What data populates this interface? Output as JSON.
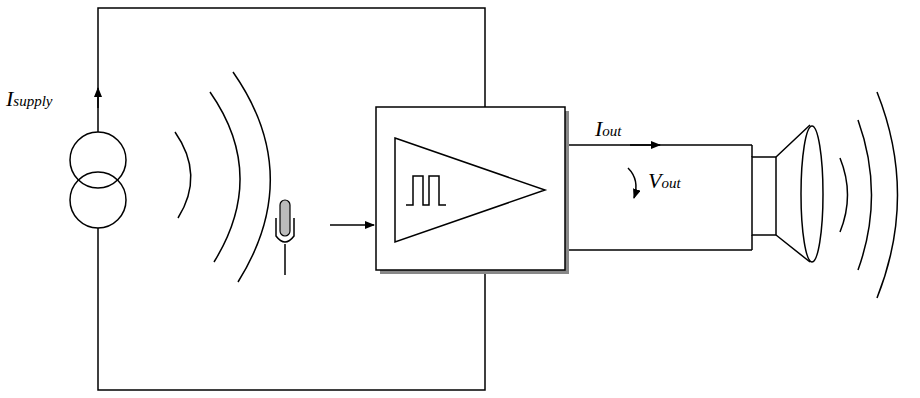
{
  "diagram": {
    "labels": [
      "Isupply",
      "Iout",
      "Vout"
    ]
  }
}
